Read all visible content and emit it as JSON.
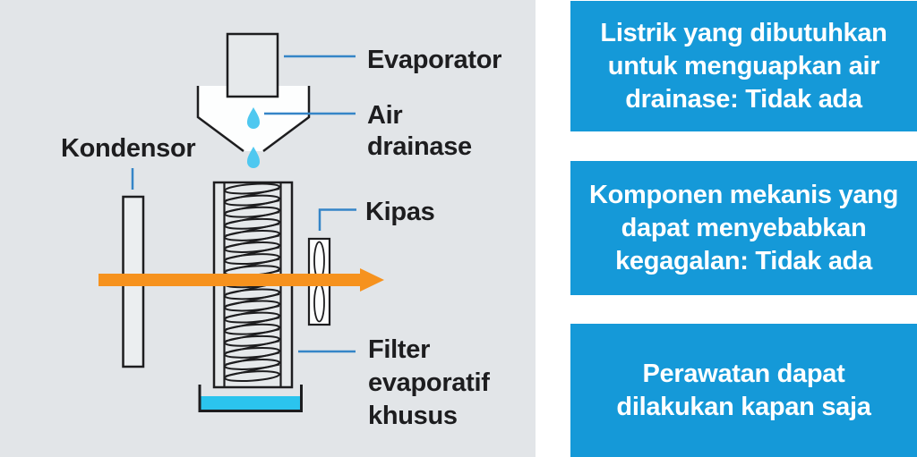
{
  "diagram": {
    "labels": {
      "evaporator": "Evaporator",
      "air_drainase": "Air\ndrainase",
      "kondensor": "Kondensor",
      "kipas": "Kipas",
      "filter_evaporatif": "Filter\nevaporatif\nkhusus"
    }
  },
  "info_boxes": [
    {
      "text": "Listrik yang dibutuhkan\nuntuk menguapkan air\ndrainase: Tidak ada"
    },
    {
      "text": "Komponen mekanis yang\ndapat menyebabkan\nkegagalan: Tidak ada"
    },
    {
      "text": "Perawatan dapat\ndilakukan kapan saja"
    }
  ],
  "colors": {
    "info_box_blue": "#1599D8",
    "connector_blue": "#3585C7",
    "airflow_orange": "#F6921E",
    "water_cyan": "#2BC4EE",
    "droplet_cyan": "#4FC8F0",
    "panel_background": "#E2E5E8",
    "ink": "#1D1D1F"
  }
}
